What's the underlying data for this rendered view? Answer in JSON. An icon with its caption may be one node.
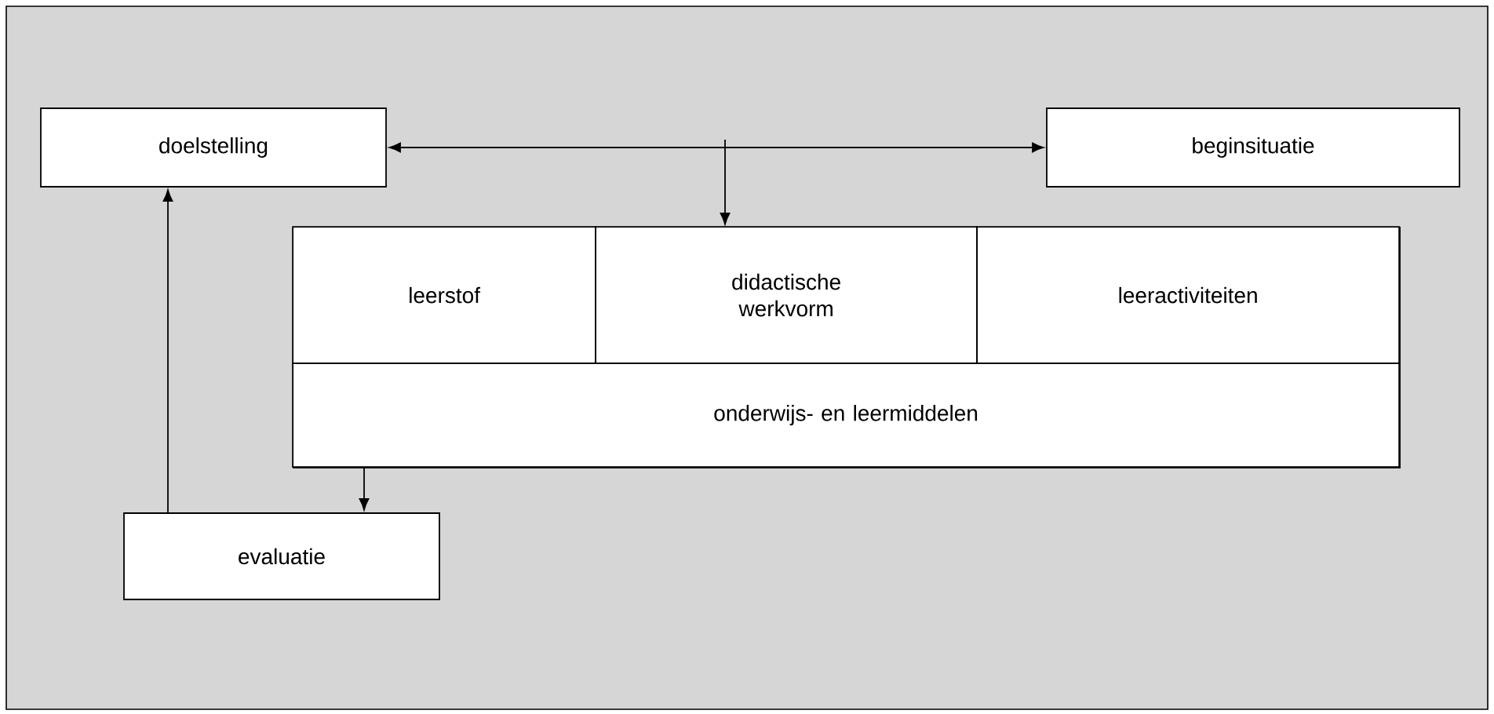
{
  "diagram": {
    "nodes": [
      {
        "text": [
          "doelstelling"
        ]
      },
      {
        "text": [
          "beginsituatie"
        ]
      },
      {
        "text": [],
        "shape": "box"
      },
      {
        "text": [
          "leerstof"
        ],
        "in": 2
      },
      {
        "text": [
          "didactische werkvorm"
        ],
        "in": 2
      },
      {
        "text": [
          "leeractiviteiten"
        ],
        "in": 2
      },
      {
        "text": [
          "onderwijs- en leermiddelen"
        ],
        "in": 2
      },
      {
        "text": [
          "evaluatie"
        ]
      }
    ],
    "edges": [
      {
        "from": 0,
        "to": 1,
        "arrow": "both"
      },
      {
        "from": null,
        "to": 2,
        "arrow": "to"
      },
      {
        "from": 6,
        "to": 7,
        "arrow": "to"
      },
      {
        "from": 7,
        "to": 0,
        "arrow": "to"
      }
    ]
  }
}
